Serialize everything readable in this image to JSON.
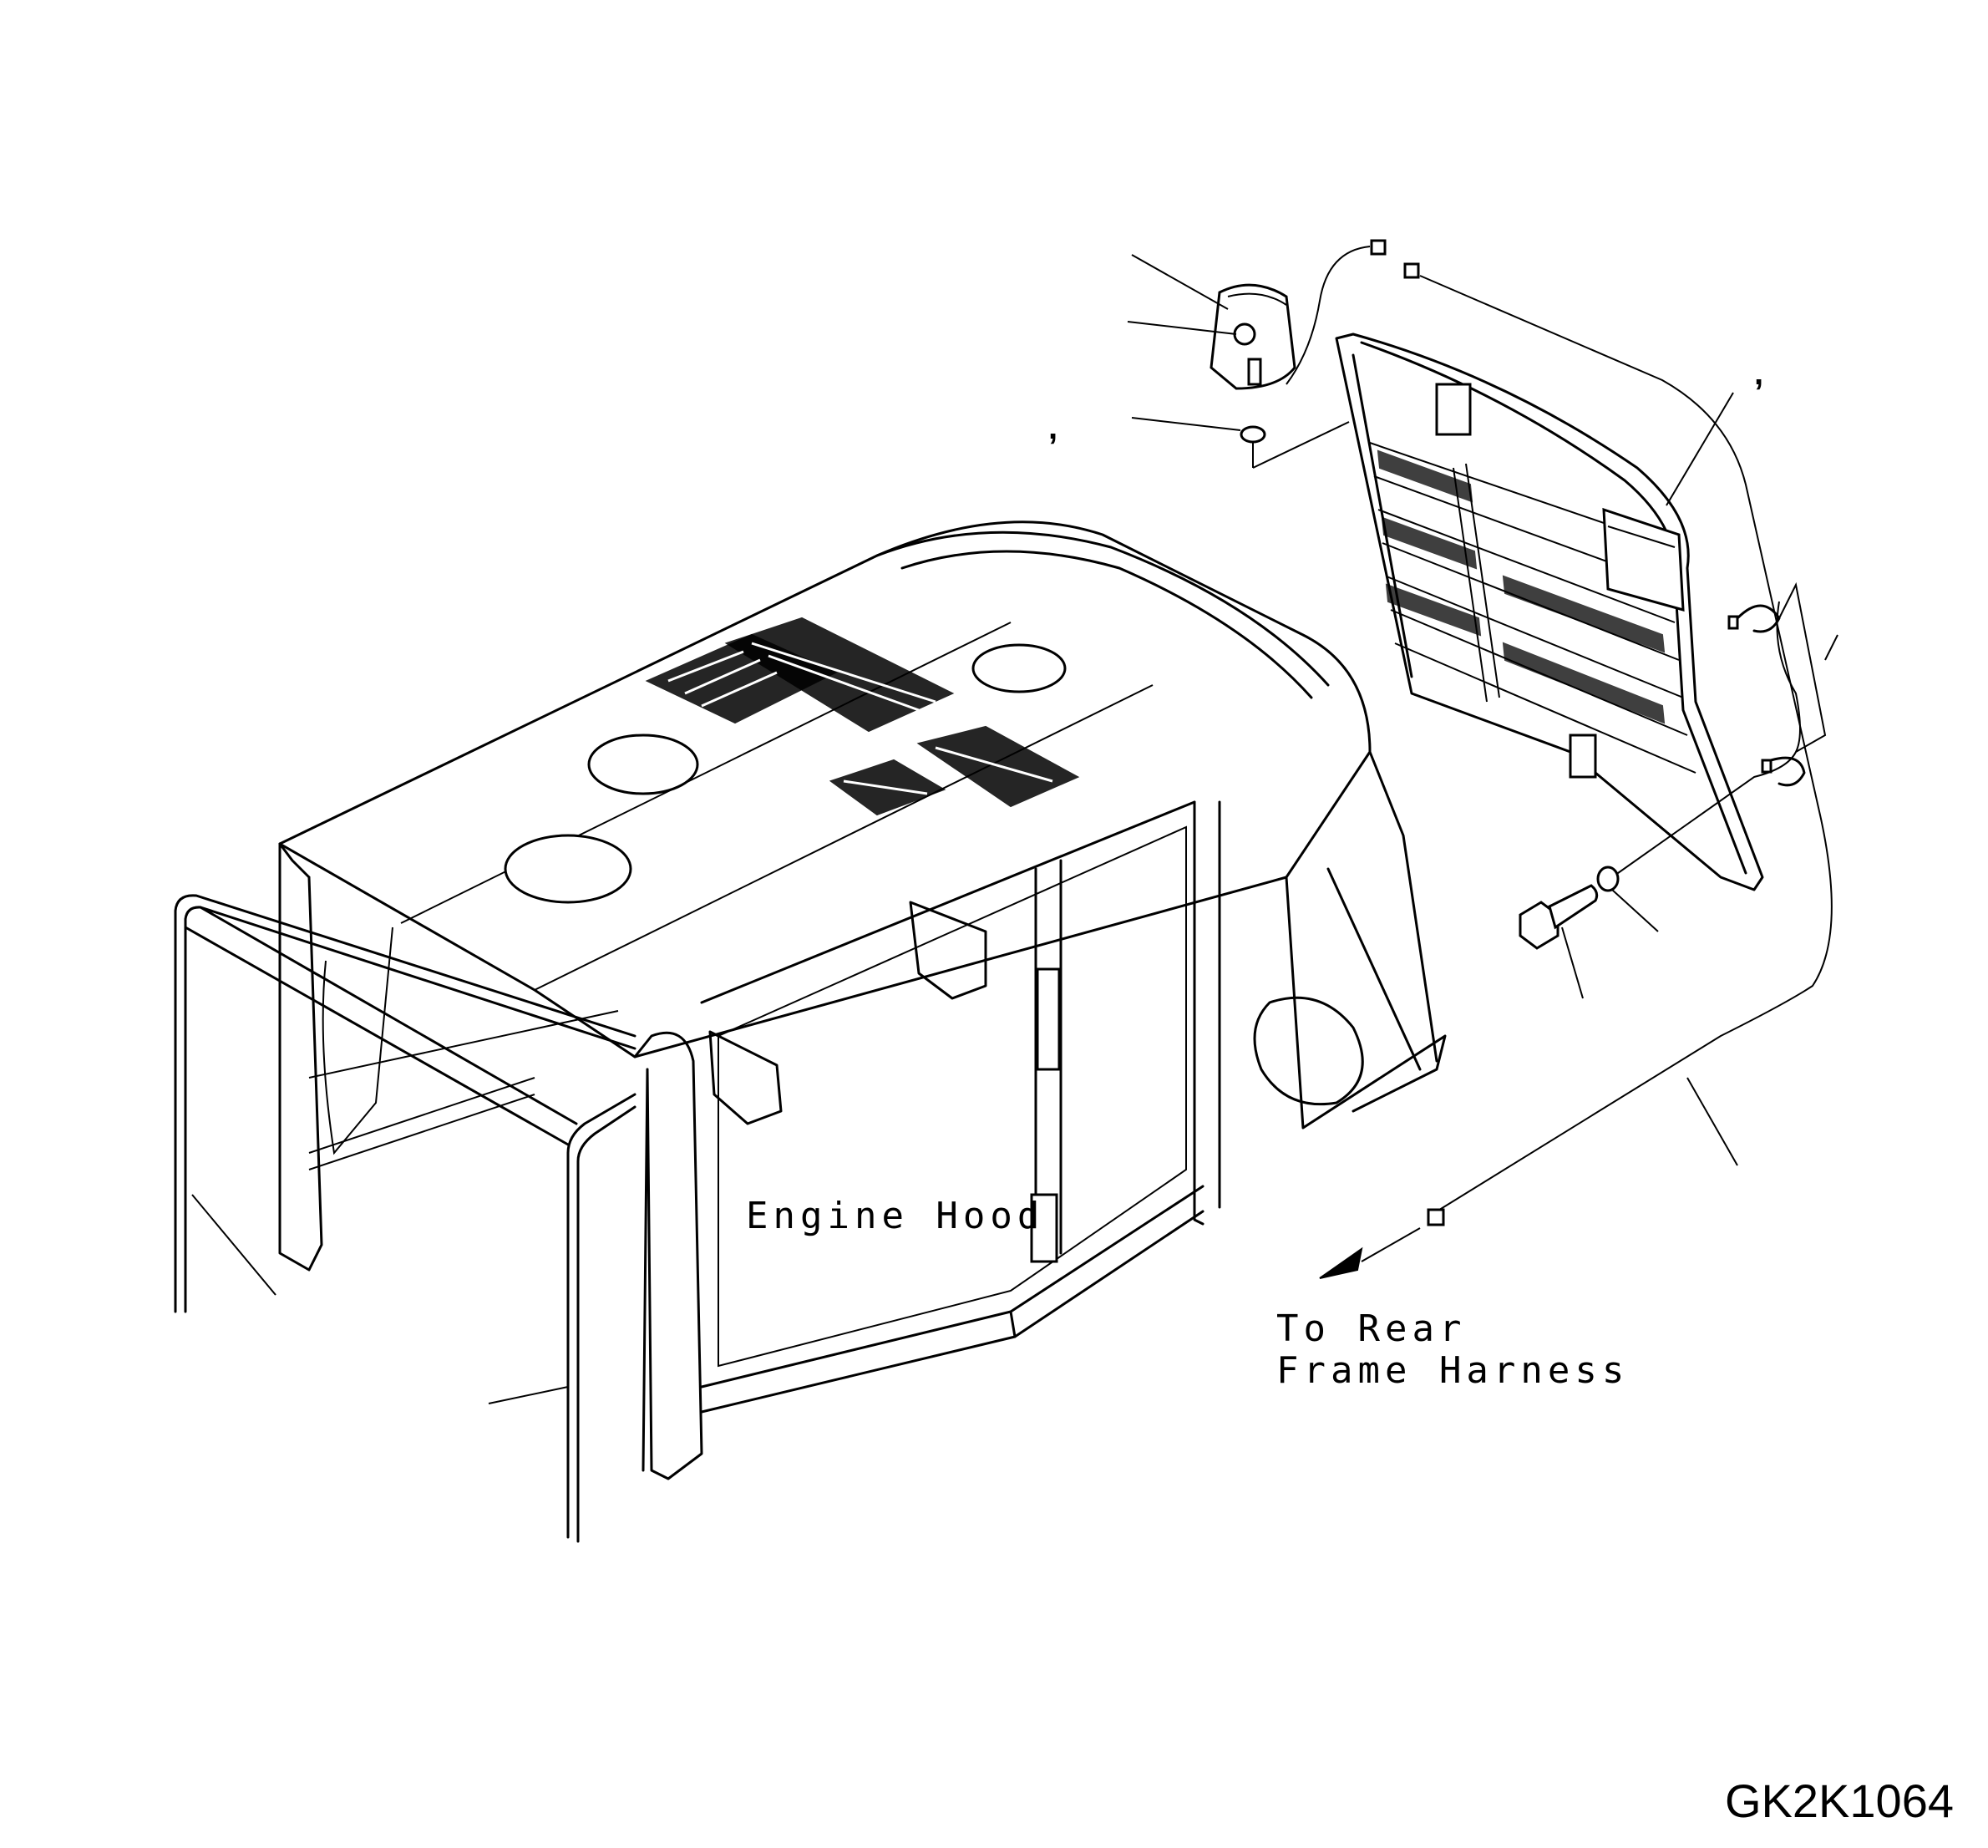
{
  "labels": {
    "engine_hood": "Engine Hood",
    "to_rear_line1": "To Rear",
    "to_rear_line2": "Frame Harness",
    "drawing_code": "GK2K1064",
    "comma_left": ",",
    "comma_right": ","
  },
  "colors": {
    "line": "#000000",
    "background": "#ffffff"
  }
}
